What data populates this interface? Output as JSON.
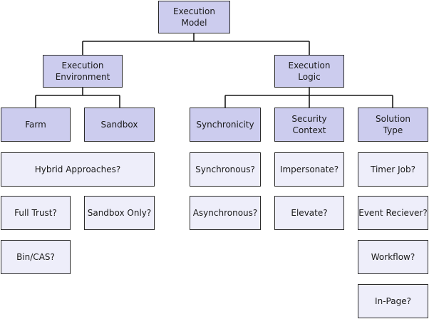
{
  "colors": {
    "category_fill": "#ccccee",
    "option_fill": "#eeeefa",
    "border": "#2b2b2b",
    "connector": "#1a1a1a"
  },
  "root": {
    "label": "Execution\nModel"
  },
  "branches": {
    "environment": {
      "label": "Execution\nEnvironment",
      "farm": "Farm",
      "sandbox": "Sandbox",
      "options": {
        "hybrid": "Hybrid Approaches?",
        "full_trust": "Full Trust?",
        "sandbox_only": "Sandbox Only?",
        "bin_cas": "Bin/CAS?"
      }
    },
    "logic": {
      "label": "Execution\nLogic",
      "synchronicity": {
        "label": "Synchronicity",
        "options": [
          "Synchronous?",
          "Asynchronous?"
        ]
      },
      "security_context": {
        "label": "Security\nContext",
        "options": [
          "Impersonate?",
          "Elevate?"
        ]
      },
      "solution_type": {
        "label": "Solution\nType",
        "options": [
          "Timer Job?",
          "Event Reciever?",
          "Workflow?",
          "In-Page?"
        ]
      }
    }
  }
}
